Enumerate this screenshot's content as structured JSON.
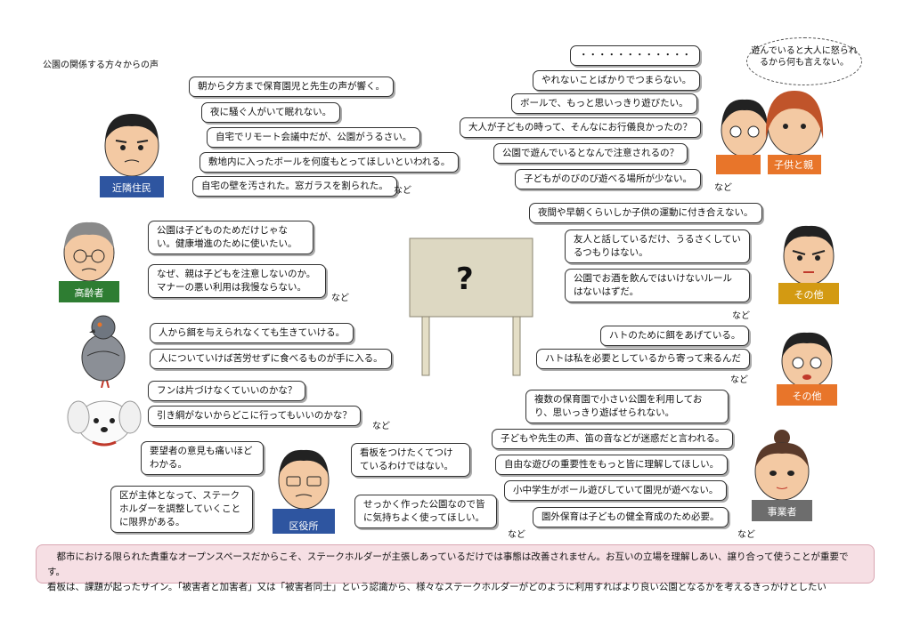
{
  "page_title": "公園の関係する方々からの声",
  "nado": "など",
  "sign_mark": "?",
  "neighbors": {
    "label": "近隣住民",
    "voices": [
      "朝から夕方まで保育園児と先生の声が響く。",
      "夜に騒ぐ人がいて眠れない。",
      "自宅でリモート会議中だが、公園がうるさい。",
      "敷地内に入ったボールを何度もとってほしいといわれる。",
      "自宅の壁を汚された。窓ガラスを割られた。"
    ]
  },
  "elderly": {
    "label": "高齢者",
    "voices": [
      "公園は子どものためだけじゃない。健康増進のために使いたい。",
      "なぜ、親は子どもを注意しないのか。マナーの悪い利用は我慢ならない。"
    ]
  },
  "pigeon": {
    "voices": [
      "人から餌を与えられなくても生きていける。",
      "人についていけば苦労せずに食べるものが手に入る。"
    ]
  },
  "dog": {
    "voices": [
      "フンは片づけなくていいのかな？",
      "引き綱がないからどこに行ってもいいのかな？"
    ]
  },
  "ward_office": {
    "label": "区役所",
    "voices": [
      "要望者の意見も痛いほどわかる。",
      "区が主体となって、ステークホルダーを調整していくことに限界がある。",
      "看板をつけたくてつけているわけではない。",
      "せっかく作った公園なので皆に気持ちよく使ってほしい。"
    ]
  },
  "child_parent": {
    "label": "子供と親",
    "thought": "遊んでいると大人に怒られるから何も言えない。",
    "voices": [
      "・・・・・・・・・・・・",
      "やれないことばかりでつまらない。",
      "ボールで、もっと思いっきり遊びたい。",
      "大人が子どもの時って、そんなにお行儀良かったの？",
      "公園で遊んでいるとなんで注意されるの？",
      "子どもがのびのび遊べる場所が少ない。"
    ]
  },
  "others1": {
    "label": "その他",
    "voices": [
      "夜間や早朝くらいしか子供の運動に付き合えない。",
      "友人と話しているだけ、うるさくしているつもりはない。",
      "公園でお酒を飲んではいけないルールはないはずだ。"
    ]
  },
  "others2": {
    "label": "その他",
    "voices": [
      "ハトのために餌をあげている。",
      "ハトは私を必要としているから寄って来るんだ"
    ]
  },
  "business": {
    "label": "事業者",
    "voices": [
      "複数の保育園で小さい公園を利用しており、思いっきり遊ばせられない。",
      "子どもや先生の声、笛の音などが迷惑だと言われる。",
      "自由な遊びの重要性をもっと皆に理解してほしい。",
      "小中学生がボール遊びしていて園児が遊べない。",
      "園外保育は子どもの健全育成のため必要。"
    ]
  },
  "bottom_note": [
    "都市における限られた貴重なオープンスペースだからこそ、ステークホルダーが主張しあっているだけでは事態は改善されません。お互いの立場を理解しあい、譲り合って使うことが重要です。",
    "看板は、課題が起ったサイン。「被害者と加害者」又は「被害者同士」という認識から、様々なステークホルダーがどのように利用すればより良い公園となるかを考えるきっかけとしたい"
  ],
  "colors": {
    "neighbors_badge": "#2e55a0",
    "elderly_badge": "#2e7d32",
    "child_badge": "#e8752a",
    "others_badge": "#d39a12",
    "others2_badge": "#e8752a",
    "business_badge": "#6d6d6d",
    "ward_badge": "#2e55a0",
    "note_bg": "#f6dfe4"
  }
}
